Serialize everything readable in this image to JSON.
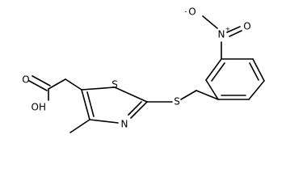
{
  "molecule": {
    "atoms": {
      "oxo": "O",
      "hydroxyl": "OH",
      "ring_sulfur": "S",
      "ring_nitrogen": "N",
      "thioether_sulfur": "S",
      "nitro_nitrogen": "N",
      "nitro_nitrogen_charge": "+",
      "nitro_oxygen_top": "O",
      "nitro_oxygen_top_charge": "-",
      "nitro_oxygen_right": "O"
    }
  }
}
